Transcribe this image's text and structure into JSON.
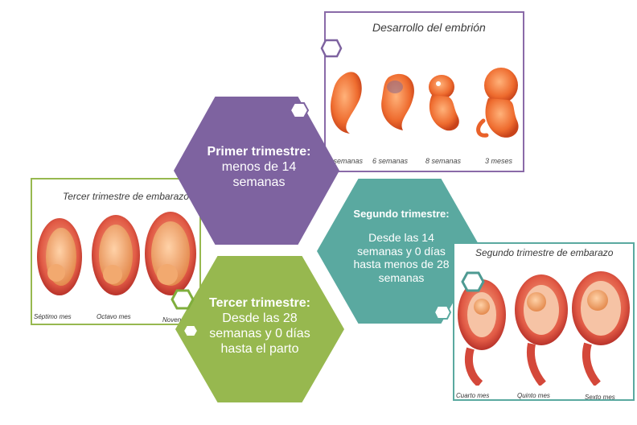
{
  "primer": {
    "title": "Primer trimestre:",
    "desc": "menos de 14 semanas",
    "color": "#7e63a0"
  },
  "segundo": {
    "title": "Segundo trimestre:",
    "desc": "Desde las 14 semanas y 0 días hasta menos de 28 semanas",
    "color": "#5aa9a0"
  },
  "tercer": {
    "title": "Tercer trimestre:",
    "desc": "Desde las 28 semanas y 0 días hasta el parto",
    "color": "#97b84f"
  },
  "panel_embrion": {
    "title": "Desarrollo del embrión",
    "labels": [
      "4 semanas",
      "6 semanas",
      "8 semanas",
      "3 meses"
    ],
    "border": "#8a6aa8"
  },
  "panel_tercer": {
    "title": "Tercer trimestre de embarazo",
    "labels": [
      "Séptimo mes",
      "Octavo mes",
      "Noveno mes"
    ],
    "border": "#97b84f"
  },
  "panel_segundo": {
    "title": "Segundo trimestre de embarazo",
    "labels": [
      "Cuarto mes",
      "Quinto mes",
      "Sexto mes"
    ],
    "border": "#5aa9a0"
  }
}
